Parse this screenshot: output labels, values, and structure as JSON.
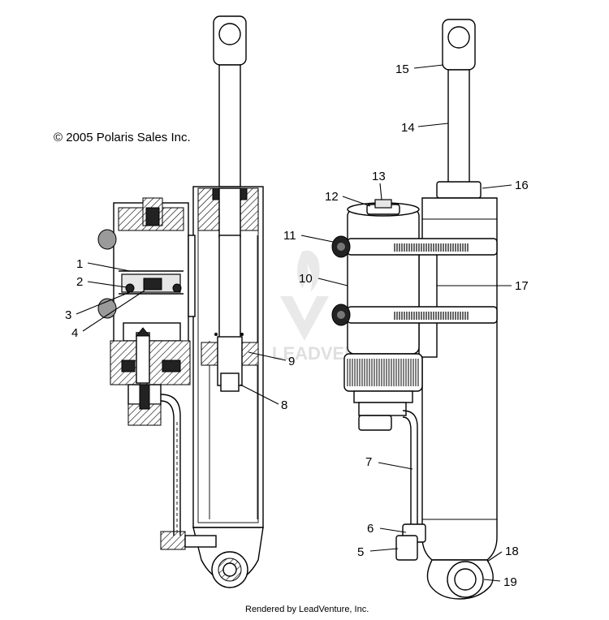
{
  "copyright": "© 2005 Polaris Sales Inc.",
  "footer": "Rendered by LeadVenture, Inc.",
  "watermark": "LEADVENTURE",
  "callouts": [
    {
      "id": "c1",
      "label": "1"
    },
    {
      "id": "c2",
      "label": "2"
    },
    {
      "id": "c3",
      "label": "3"
    },
    {
      "id": "c4",
      "label": "4"
    },
    {
      "id": "c5",
      "label": "5"
    },
    {
      "id": "c6",
      "label": "6"
    },
    {
      "id": "c7",
      "label": "7"
    },
    {
      "id": "c8",
      "label": "8"
    },
    {
      "id": "c9",
      "label": "9"
    },
    {
      "id": "c10",
      "label": "10"
    },
    {
      "id": "c11",
      "label": "11"
    },
    {
      "id": "c12",
      "label": "12"
    },
    {
      "id": "c13",
      "label": "13"
    },
    {
      "id": "c14",
      "label": "14"
    },
    {
      "id": "c15",
      "label": "15"
    },
    {
      "id": "c16",
      "label": "16"
    },
    {
      "id": "c17",
      "label": "17"
    },
    {
      "id": "c18",
      "label": "18"
    },
    {
      "id": "c19",
      "label": "19"
    }
  ]
}
